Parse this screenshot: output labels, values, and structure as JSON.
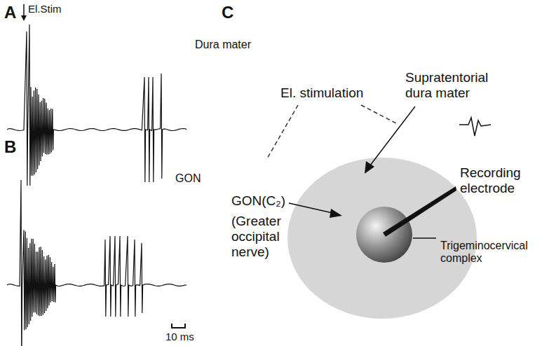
{
  "diagram": {
    "labels": [
      "A",
      "El.Stim",
      "Dura mater",
      "B",
      "GON",
      "10 ms",
      "C",
      "El. stimulation",
      "Supratentorial dura mater",
      "Recording electrode",
      "GON(C₂)",
      "(Greater occipital nerve)",
      "Trigeminocervical complex"
    ]
  }
}
